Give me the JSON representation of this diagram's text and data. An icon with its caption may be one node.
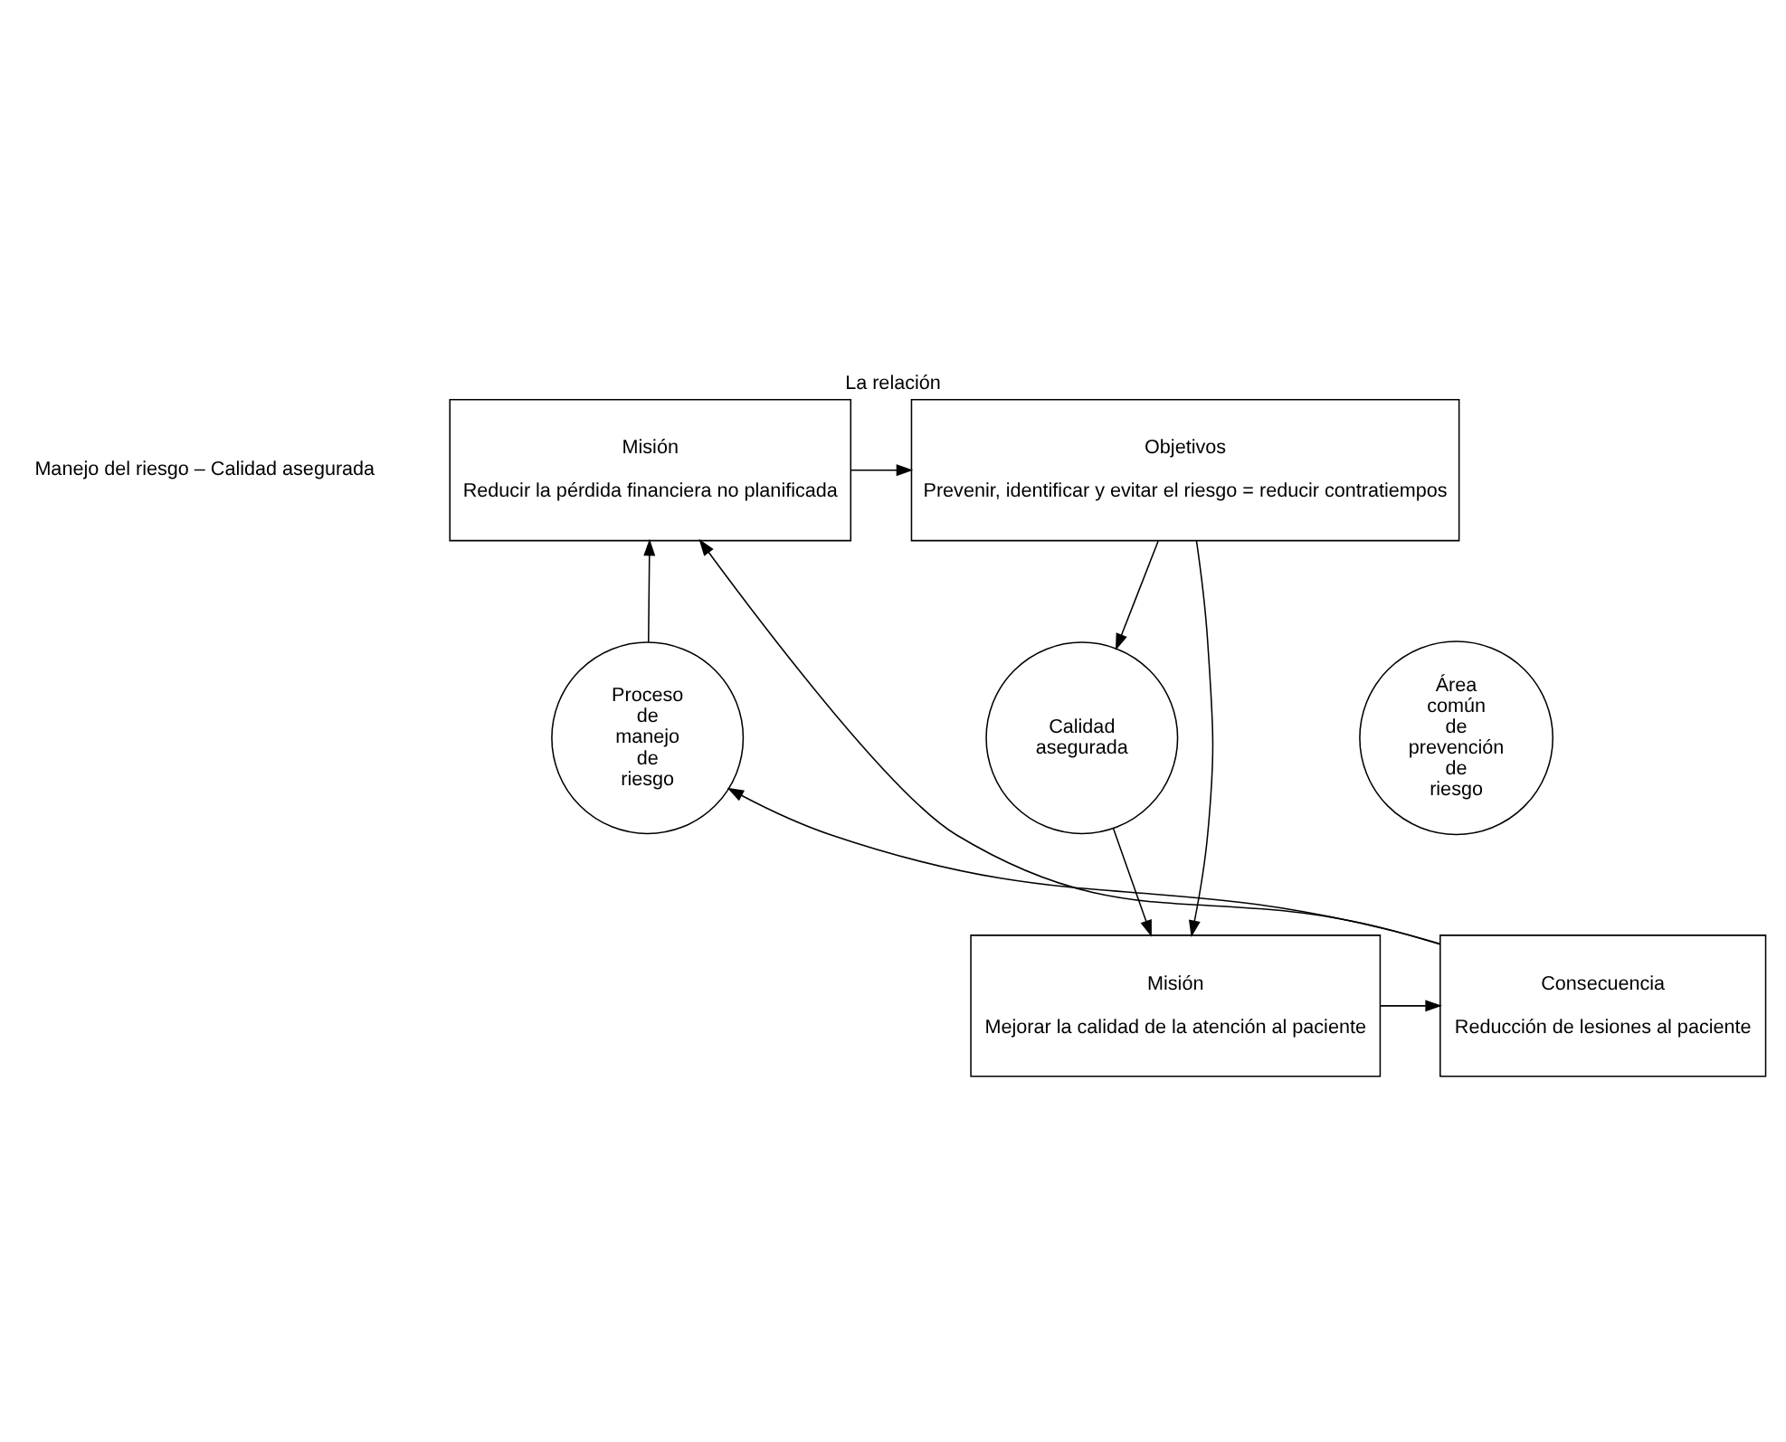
{
  "diagram": {
    "title": "La relación",
    "nodes": [
      {
        "text": [
          "Misión",
          "Reducir la pérdida financiera no planificada"
        ]
      },
      {
        "text": [
          "Objetivos",
          "Prevenir, identificar y evitar el riesgo = reducir contratiempos"
        ]
      },
      {
        "text": [
          "Proceso de manejo de riesgo"
        ]
      },
      {
        "text": [
          "Área común de prevención de riesgo"
        ]
      },
      {
        "text": [
          "Calidad asegurada"
        ]
      },
      {
        "text": [
          "Consecuencia",
          "Reducción de lesiones al paciente"
        ]
      },
      {
        "text": [
          "Misión",
          "Mejorar la calidad de la atención al paciente"
        ]
      }
    ],
    "edges": [
      {
        "from": 0,
        "to": 1,
        "arrow": "to"
      },
      {
        "from": 1,
        "to": 4,
        "arrow": "to"
      },
      {
        "from": 1,
        "to": 6,
        "arrow": "to"
      },
      {
        "from": 4,
        "to": 6,
        "arrow": "to"
      },
      {
        "from": 6,
        "to": 5,
        "arrow": "to"
      },
      {
        "from": 5,
        "to": 2,
        "arrow": "to"
      },
      {
        "from": 2,
        "to": 0,
        "arrow": "to"
      },
      {
        "from": 5,
        "to": 0,
        "arrow": "to"
      }
    ],
    "labels": [
      "Manejo del riesgo – Calidad asegurada"
    ]
  }
}
